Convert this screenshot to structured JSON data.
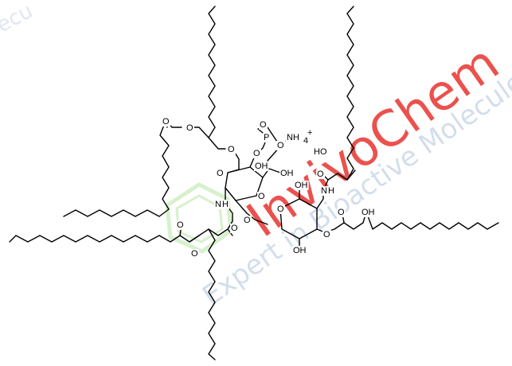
{
  "watermark": {
    "brand": "InvivoChem",
    "tagline": "Expert in Bioactive Molecules",
    "corner_text": "ecu",
    "brand_color": "#e8332f",
    "tagline_color": "#c5d4e6",
    "logo_color": "#b6e6a3"
  },
  "molecule": {
    "labels": {
      "o_ester_top": "O",
      "o_ester_top2": "O",
      "o_acyl_top": "O",
      "o_phos_link": "O",
      "p_phosphorus": "P",
      "o_p_double": "O",
      "o_minus": "O",
      "minus_sign": "-",
      "oh_p": "OH",
      "ammonium": "NH",
      "ammonium_sub": "4",
      "ammonium_plus": "+",
      "ho_right_chain": "HO",
      "o_acyl_upper_right": "O",
      "nh_right": "N",
      "h_right": "H",
      "o_ring1_4": "O",
      "o_ring1": "O",
      "oh_ring1_6": "OH",
      "oh_anomeric": "OH",
      "o_ring2": "O",
      "nh_left": "N",
      "h_left": "H",
      "o_amide_left": "O",
      "o_ester_left1": "O",
      "o_ester_left2": "O",
      "o_glyco_link": "O",
      "oh_ring2_4": "OH",
      "o_ester_right": "O",
      "o_acyl_right": "O",
      "oh_right_chain": "OH"
    }
  }
}
